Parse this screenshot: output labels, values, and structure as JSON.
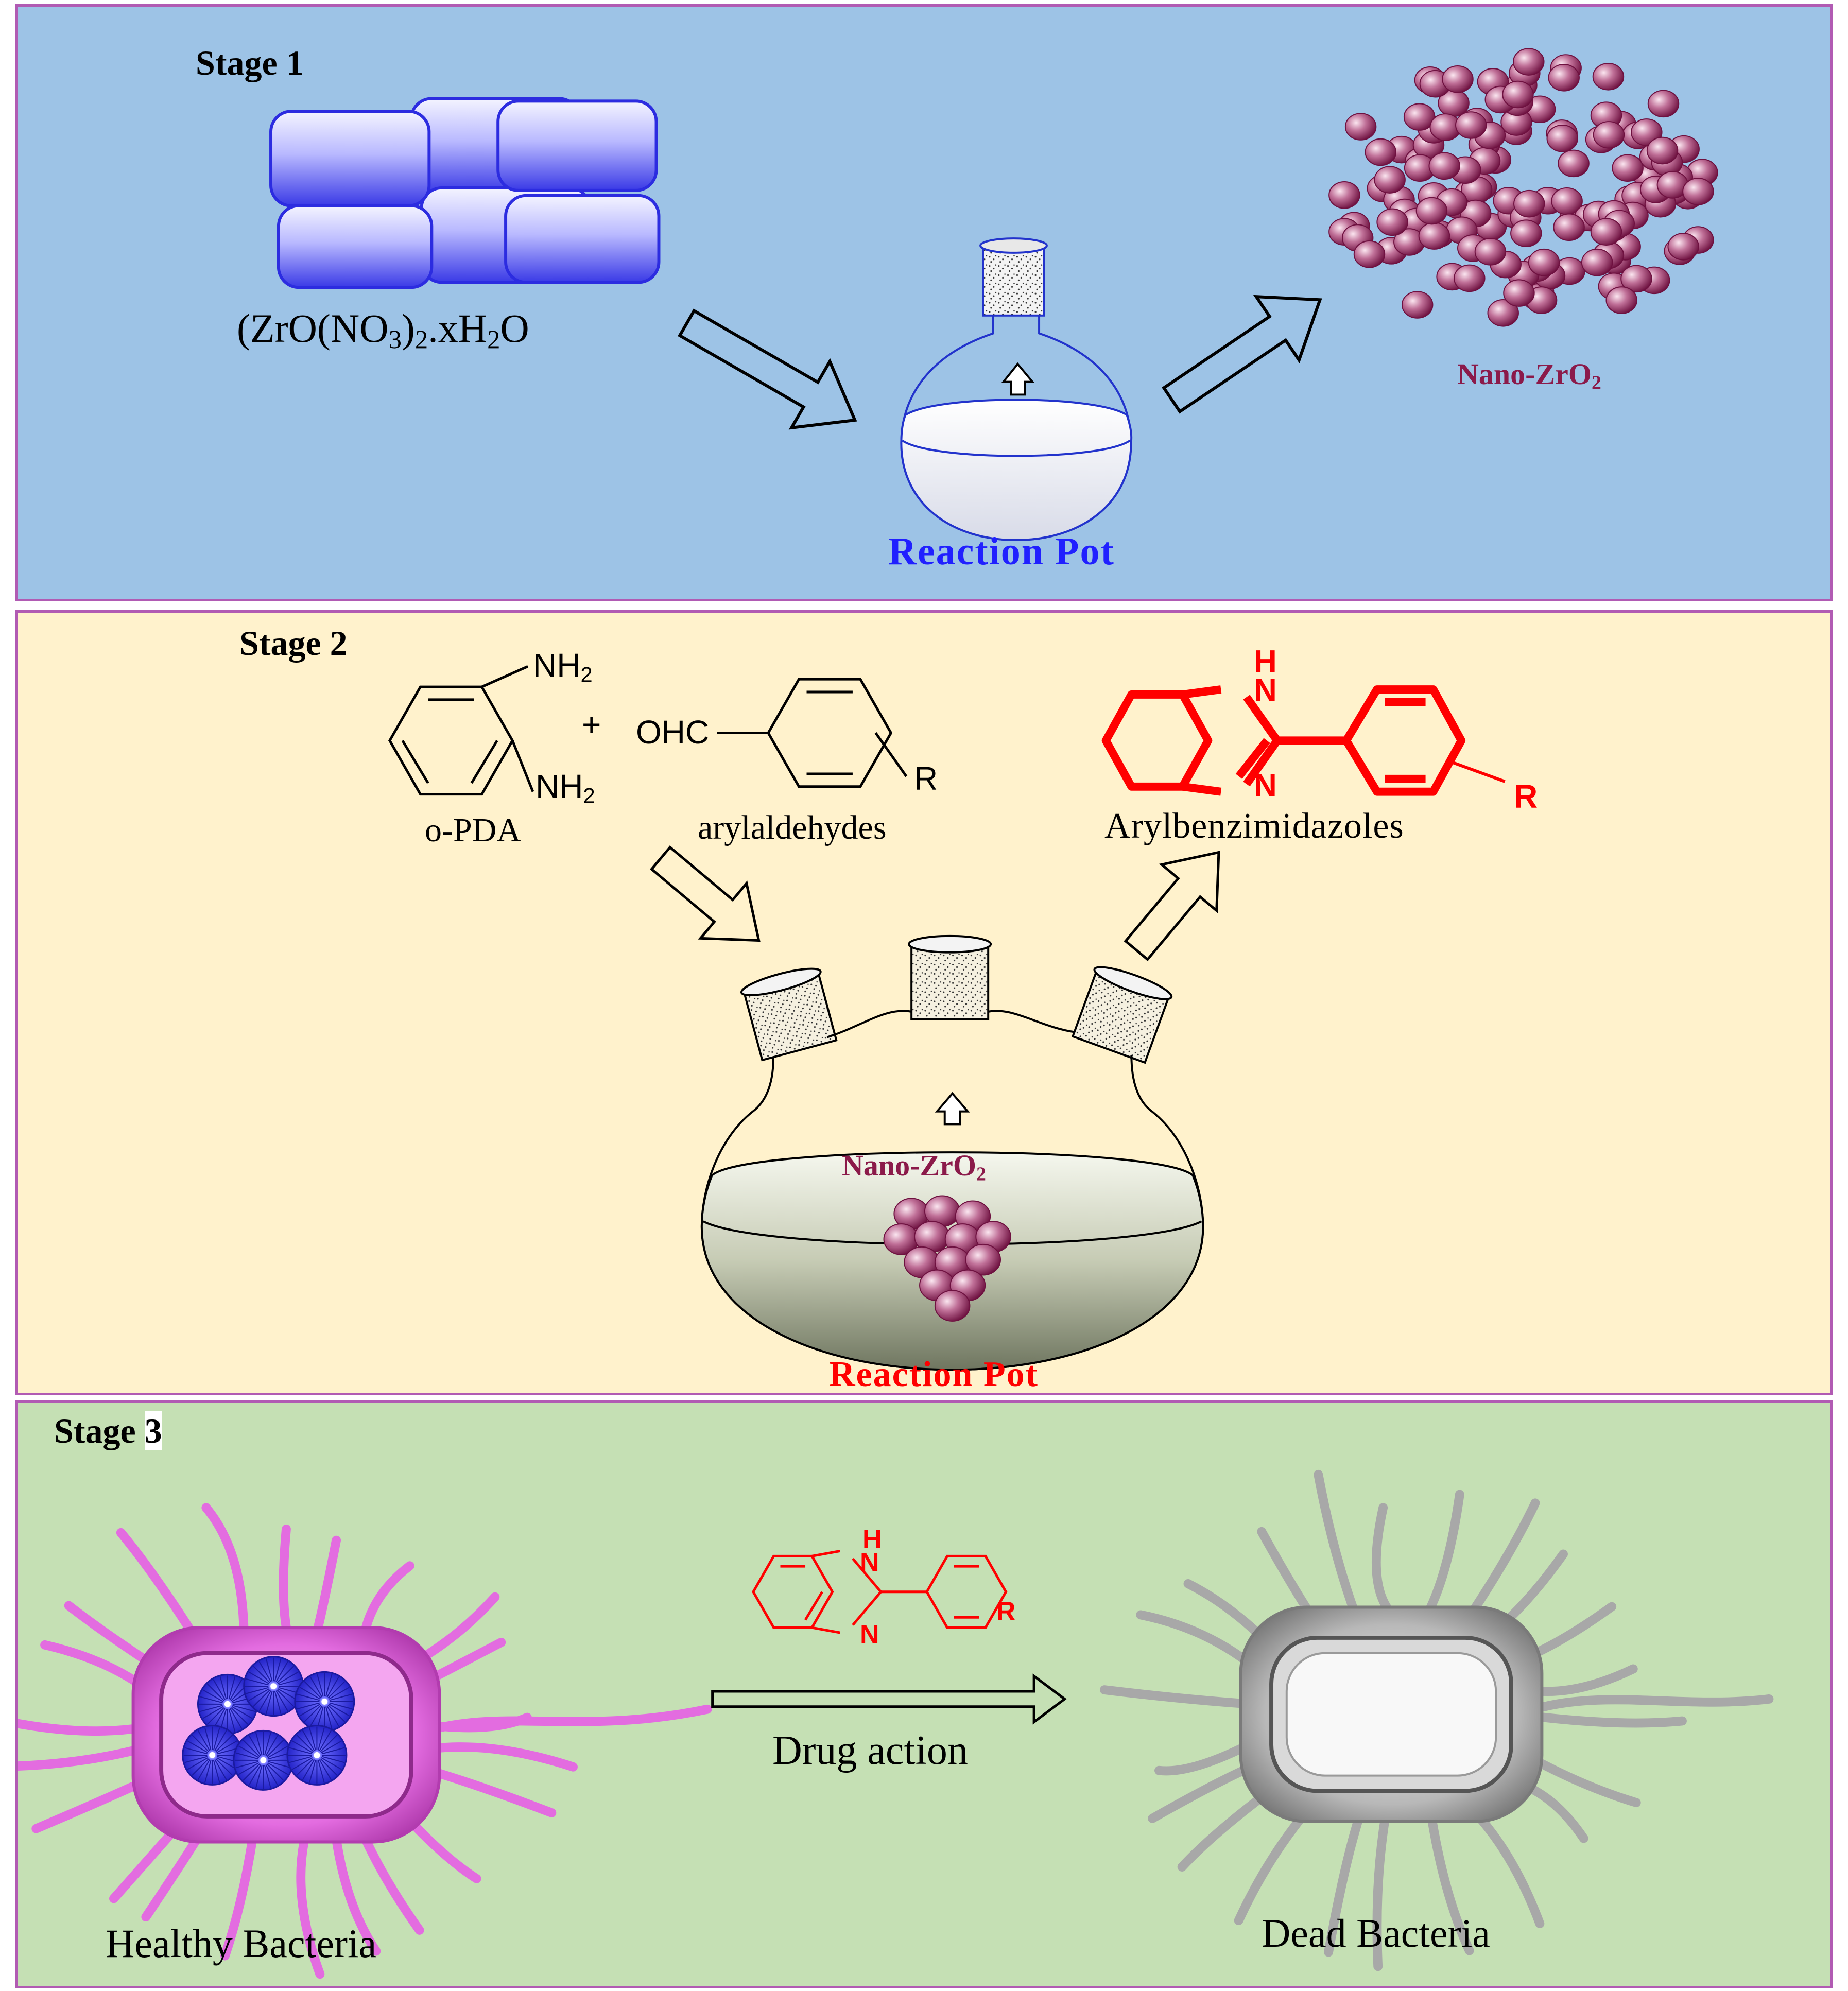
{
  "stage1": {
    "title": "Stage 1",
    "precursor_label": {
      "main": "(ZrO(NO",
      "sub1": "3",
      "mid": ")",
      "sub2": "2",
      "tail": ".xH",
      "sub3": "2",
      "end": "O"
    },
    "pot_label": "Reaction Pot",
    "product_label": {
      "main": "Nano-ZrO",
      "sub": "2"
    }
  },
  "stage2": {
    "title": "Stage 2",
    "reagent1": {
      "nh2_top": "NH",
      "nh2_top_sub": "2",
      "nh2_bottom": "NH",
      "nh2_bottom_sub": "2",
      "name": "o-PDA"
    },
    "plus": "+",
    "reagent2": {
      "group": "OHC",
      "r": "R",
      "name": "arylaldehydes"
    },
    "product": {
      "h": "H",
      "n1": "N",
      "n2": "N",
      "r": "R",
      "name": "Arylbenzimidazoles"
    },
    "catalyst_label": {
      "main": "Nano-ZrO",
      "sub": "2"
    },
    "pot_label": "Reaction Pot"
  },
  "stage3": {
    "title": "Stage ",
    "title_number": "3",
    "drug": {
      "h": "H",
      "n1": "N",
      "n2": "N",
      "r": "R"
    },
    "action_label": "Drug action",
    "healthy_label": "Healthy Bacteria",
    "dead_label": "Dead Bacteria"
  },
  "colors": {
    "stage1_bg": "#9dc3e6",
    "stage2_bg": "#fff2cc",
    "stage3_bg": "#c5e0b4",
    "border": "#b15bb3",
    "blue_label": "#2020ff",
    "red": "#ff0000",
    "maroon": "#8b1a4a",
    "sphere": "#b0507a",
    "bacteria_pink": "#e36ce0",
    "bacteria_gray": "#9a9a9a"
  }
}
